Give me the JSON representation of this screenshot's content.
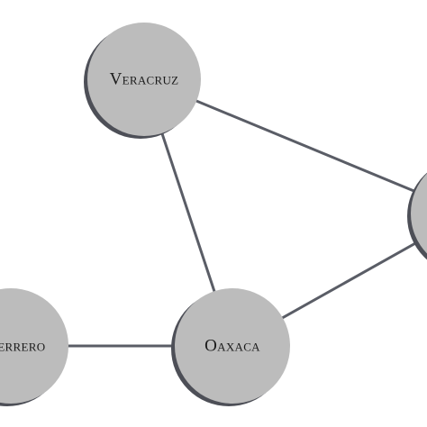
{
  "nodes": [
    {
      "id": "veracruz",
      "label": "Veracruz"
    },
    {
      "id": "oaxaca",
      "label": "Oaxaca"
    },
    {
      "id": "guerrero",
      "label": "Guerrero"
    },
    {
      "id": "right",
      "label": ""
    }
  ],
  "edges": [
    {
      "from": "veracruz",
      "to": "right"
    },
    {
      "from": "veracruz",
      "to": "oaxaca"
    },
    {
      "from": "guerrero",
      "to": "oaxaca"
    },
    {
      "from": "oaxaca",
      "to": "right"
    }
  ],
  "colors": {
    "node_fill": "#bcbcbc",
    "node_shadow": "#4d4f57",
    "edge": "#5a5d66",
    "label": "#1a1a1a",
    "background": "#ffffff"
  }
}
